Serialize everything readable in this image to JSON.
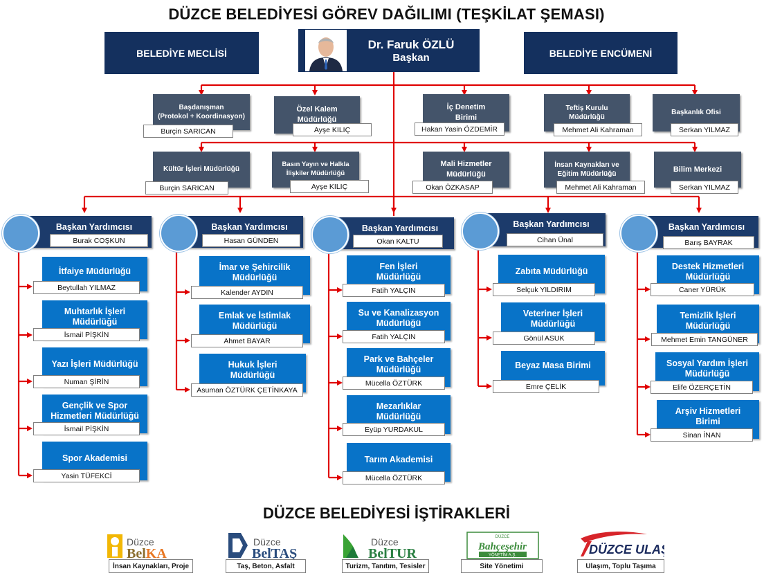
{
  "title": "DÜZCE BELEDİYESİ GÖREV DAĞILIMI (TEŞKİLAT ŞEMASI)",
  "council": "BELEDİYE MECLİSİ",
  "committee": "BELEDİYE ENCÜMENİ",
  "mayor": {
    "name": "Dr. Faruk ÖZLÜ",
    "role": "Başkan"
  },
  "units_row1": [
    {
      "label": "Başdanışman\n(Protokol + Koordinasyon)",
      "person": "Burçin SARICAN"
    },
    {
      "label": "Özel Kalem\nMüdürlüğü",
      "person": "Ayşe KILIÇ"
    },
    {
      "label": "İç Denetim\nBirimi",
      "person": "Hakan  Yasin ÖZDEMİR"
    },
    {
      "label": "Teftiş Kurulu\nMüdürlüğü",
      "person": "Mehmet Ali Kahraman"
    },
    {
      "label": "Başkanlık Ofisi",
      "person": "Serkan YILMAZ"
    }
  ],
  "units_row2": [
    {
      "label": "Kültür İşleri Müdürlüğü",
      "person": "Burçin SARICAN"
    },
    {
      "label": "Basın Yayın ve Halkla\nİlişkiler Müdürlüğü",
      "person": "Ayşe KILIÇ"
    },
    {
      "label": "Mali Hizmetler\nMüdürlüğü",
      "person": "Okan ÖZKASAP"
    },
    {
      "label": "İnsan Kaynakları  ve\nEğitim Müdürlüğü",
      "person": "Mehmet Ali Kahraman"
    },
    {
      "label": "Bilim Merkezi",
      "person": "Serkan YILMAZ"
    }
  ],
  "deputies": [
    {
      "title": "Başkan Yardımcısı",
      "name": "Burak COŞKUN",
      "units": [
        {
          "label": "İtfaiye Müdürlüğü",
          "person": "Beytullah YILMAZ"
        },
        {
          "label": "Muhtarlık İşleri\nMüdürlüğü",
          "person": "İsmail  PİŞKİN"
        },
        {
          "label": "Yazı İşleri Müdürlüğü",
          "person": "Numan  ŞİRİN"
        },
        {
          "label": "Gençlik ve Spor\nHizmetleri Müdürlüğü",
          "person": "İsmail  PİŞKİN"
        },
        {
          "label": "Spor Akademisi",
          "person": "Yasin TÜFEKCİ"
        }
      ]
    },
    {
      "title": "Başkan Yardımcısı",
      "name": "Hasan GÜNDEN",
      "units": [
        {
          "label": "İmar ve Şehircilik\nMüdürlüğü",
          "person": "Kalender AYDIN"
        },
        {
          "label": "Emlak ve İstimlak\nMüdürlüğü",
          "person": "Ahmet BAYAR"
        },
        {
          "label": "Hukuk İşleri\nMüdürlüğü",
          "person": "Asuman ÖZTÜRK ÇETİNKAYA"
        }
      ]
    },
    {
      "title": "Başkan Yardımcısı",
      "name": "Okan KALTU",
      "units": [
        {
          "label": "Fen İşleri\nMüdürlüğü",
          "person": "Fatih YALÇIN"
        },
        {
          "label": "Su ve Kanalizasyon\nMüdürlüğü",
          "person": "Fatih YALÇIN"
        },
        {
          "label": "Park ve Bahçeler\nMüdürlüğü",
          "person": "Mücella ÖZTÜRK"
        },
        {
          "label": "Mezarlıklar\nMüdürlüğü",
          "person": "Eyüp YURDAKUL"
        },
        {
          "label": "Tarım Akademisi",
          "person": "Mücella ÖZTÜRK"
        }
      ]
    },
    {
      "title": "Başkan Yardımcısı",
      "name": "Cihan Ünal",
      "units": [
        {
          "label": "Zabıta Müdürlüğü",
          "person": "Selçuk YILDIRIM"
        },
        {
          "label": "Veteriner İşleri\nMüdürlüğü",
          "person": "Gönül ASUK"
        },
        {
          "label": "Beyaz Masa Birimi",
          "person": "Emre ÇELİK"
        }
      ]
    },
    {
      "title": "Başkan Yardımcısı",
      "name": "Barış BAYRAK",
      "units": [
        {
          "label": "Destek Hizmetleri\nMüdürlüğü",
          "person": "Caner YÜRÜK"
        },
        {
          "label": "Temizlik İşleri\nMüdürlüğü",
          "person": "Mehmet Emin  TANGÜNER"
        },
        {
          "label": "Sosyal Yardım İşleri\nMüdürlüğü",
          "person": "Elife ÖZERÇETİN"
        },
        {
          "label": "Arşiv Hizmetleri\nBirimi",
          "person": "Sinan İNAN"
        }
      ]
    }
  ],
  "affiliates_title": "DÜZCE BELEDİYESİ İŞTİRAKLERİ",
  "affiliates": [
    {
      "logo": "Düzce BelKA",
      "caption": "İnsan Kaynakları, Proje"
    },
    {
      "logo": "Düzce BelTAŞ",
      "caption": "Taş, Beton,  Asfalt"
    },
    {
      "logo": "Düzce BelTUR",
      "caption": "Turizm, Tanıtım, Tesisler"
    },
    {
      "logo": "DÜZCE Bahçeşehir YÖNETİM A.Ş.",
      "caption": "Site Yönetimi"
    },
    {
      "logo": "DÜZCE ULAŞIM",
      "caption": "Ulaşım, Toplu Taşıma"
    }
  ],
  "colors": {
    "navy": "#14305e",
    "blue": "#0873c8",
    "slate": "#44546a",
    "connector": "#e00000",
    "circle": "#5b9bd5"
  }
}
